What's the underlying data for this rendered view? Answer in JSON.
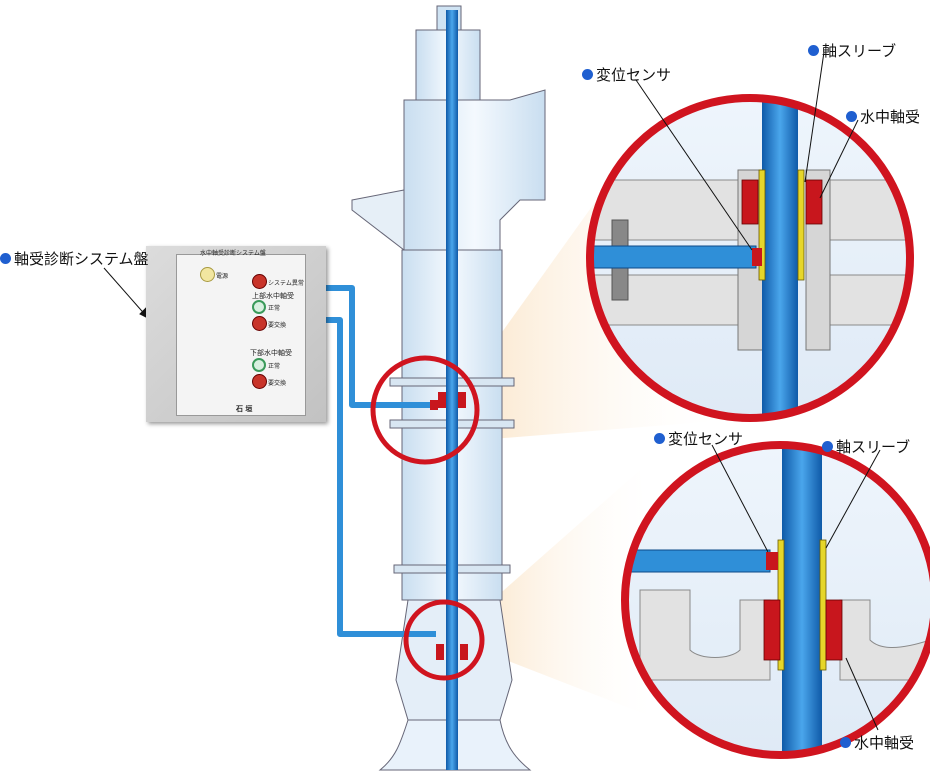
{
  "callouts": {
    "panel": "軸受診断システム盤",
    "upper_sensor": "変位センサ",
    "upper_sleeve": "軸スリーブ",
    "upper_bearing": "水中軸受",
    "lower_sensor": "変位センサ",
    "lower_sleeve": "軸スリーブ",
    "lower_bearing": "水中軸受"
  },
  "panel": {
    "top_label": "水中軸受診断システム盤",
    "power": "電源",
    "system_fault": "システム異常",
    "upper_title": "上部水中軸受",
    "upper_normal": "正常",
    "upper_replace": "要交換",
    "lower_title": "下部水中軸受",
    "lower_normal": "正常",
    "lower_replace": "要交換",
    "maker": "石 垣"
  },
  "colors": {
    "accent_blue": "#1f5fd0",
    "cable_blue": "#2f8fd8",
    "shaft_blue": "#1f78c8",
    "circle_red": "#d0141f",
    "pump_body": "#dcecf8"
  }
}
